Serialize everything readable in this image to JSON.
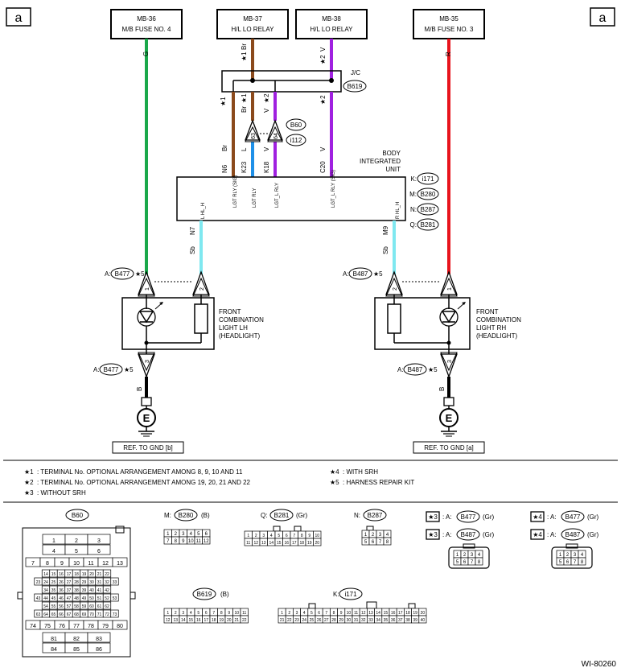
{
  "page_marker": "a",
  "top_boxes": [
    {
      "l1": "MB-36",
      "l2": "M/B FUSE NO. 4"
    },
    {
      "l1": "MB-37",
      "l2": "H/L LO RELAY"
    },
    {
      "l1": "MB-38",
      "l2": "H/L LO RELAY"
    },
    {
      "l1": "MB-35",
      "l2": "M/B FUSE NO. 3"
    }
  ],
  "wire_colors": {
    "G": "G",
    "Br": "Br",
    "V": "V",
    "R": "R",
    "L": "L",
    "Sb": "Sb",
    "B": "B"
  },
  "jc_label": "J/C",
  "jc_connector": "B619",
  "bridge_connectors": [
    "B60",
    "i112"
  ],
  "bridge_pins": [
    "63",
    "64"
  ],
  "biu": {
    "title": [
      "BODY",
      "INTEGRATED",
      "UNIT"
    ],
    "terms_top": [
      "N6",
      "K23",
      "K18",
      "C20"
    ],
    "sigs_top": [
      "LGT RLY (SIG)",
      "LGT RLY",
      "LGT_L RLY",
      "LGT_L RLY (SIG)"
    ],
    "terms_bot": [
      "N7",
      "M9"
    ],
    "sigs_bot": [
      "L HL_H",
      "R HL_H"
    ],
    "conn_list": [
      {
        "k": "K:",
        "c": "i171"
      },
      {
        "k": "M:",
        "c": "B280"
      },
      {
        "k": "N:",
        "c": "B287"
      },
      {
        "k": "Q:",
        "c": "B281"
      }
    ]
  },
  "lights": [
    {
      "name": [
        "FRONT",
        "COMBINATION",
        "LIGHT LH",
        "(HEADLIGHT)"
      ],
      "conn": "B477"
    },
    {
      "name": [
        "FRONT",
        "COMBINATION",
        "LIGHT RH",
        "(HEADLIGHT)"
      ],
      "conn": "B487"
    }
  ],
  "conn_prefix": "A:",
  "star1": "★1",
  "star2": "★2",
  "star5": "★5",
  "light_pins": [
    "1",
    "2",
    "3"
  ],
  "ground_label": "E",
  "ref_gnd": [
    "REF. TO GND [b]",
    "REF. TO GND [a]"
  ],
  "notes_left": [
    {
      "k": "★1",
      "t": ": TERMINAL No. OPTIONAL ARRANGEMENT AMONG 8, 9, 10 AND 11"
    },
    {
      "k": "★2",
      "t": ": TERMINAL No. OPTIONAL ARRANGEMENT AMONG 19, 20, 21 AND 22"
    },
    {
      "k": "★3",
      "t": ": WITHOUT SRH"
    }
  ],
  "notes_right": [
    {
      "k": "★4",
      "t": ": WITH SRH"
    },
    {
      "k": "★5",
      "t": ": HARNESS REPAIR KIT"
    }
  ],
  "connectors": {
    "b60": {
      "name": "B60",
      "rows": [
        [
          "1",
          "2",
          "3"
        ],
        [
          "4",
          "5",
          "6"
        ],
        [
          "7",
          "8",
          "9",
          "10",
          "11",
          "12",
          "13"
        ],
        [
          "14",
          "15",
          "16",
          "17",
          "18",
          "19",
          "20",
          "21",
          "22"
        ],
        [
          "23",
          "24",
          "25",
          "26",
          "27",
          "28",
          "29",
          "30",
          "31",
          "32",
          "33"
        ],
        [
          "34",
          "35",
          "36",
          "37",
          "38",
          "39",
          "40",
          "41",
          "42"
        ],
        [
          "43",
          "44",
          "45",
          "46",
          "47",
          "48",
          "49",
          "50",
          "51",
          "52",
          "53"
        ],
        [
          "54",
          "55",
          "56",
          "57",
          "58",
          "59",
          "60",
          "61",
          "62"
        ],
        [
          "63",
          "64",
          "65",
          "66",
          "67",
          "68",
          "69",
          "70",
          "71",
          "72",
          "73"
        ],
        [
          "74",
          "75",
          "76",
          "77",
          "78",
          "79",
          "80"
        ],
        [
          "81",
          "82",
          "83"
        ],
        [
          "84",
          "85",
          "86"
        ]
      ]
    },
    "b280": {
      "prefix": "M:",
      "name": "B280",
      "color": "(B)",
      "rows": [
        [
          "1",
          "2",
          "3",
          "4",
          "5",
          "6"
        ],
        [
          "7",
          "8",
          "9",
          "10",
          "11",
          "12"
        ]
      ]
    },
    "b281": {
      "prefix": "Q:",
      "name": "B281",
      "color": "(Gr)",
      "rows": [
        [
          "1",
          "2",
          "3",
          "4",
          "5",
          "6",
          "7",
          "8",
          "9",
          "10"
        ],
        [
          "11",
          "12",
          "13",
          "14",
          "15",
          "16",
          "17",
          "18",
          "19",
          "20"
        ]
      ]
    },
    "b287": {
      "prefix": "N:",
      "name": "B287",
      "rows": [
        [
          "1",
          "2",
          "3",
          "4"
        ],
        [
          "5",
          "6",
          "7",
          "8"
        ]
      ]
    },
    "b619": {
      "name": "B619",
      "color": "(B)",
      "rows": [
        [
          "1",
          "2",
          "3",
          "4",
          "5",
          "6",
          "7",
          "8",
          "9",
          "10",
          "11"
        ],
        [
          "12",
          "13",
          "14",
          "15",
          "16",
          "17",
          "18",
          "19",
          "20",
          "21",
          "22"
        ]
      ]
    },
    "i171": {
      "prefix": "K:",
      "name": "i171",
      "rows": [
        [
          "1",
          "2",
          "3",
          "4",
          "5",
          "6",
          "7",
          "8",
          "9",
          "10",
          "11",
          "12",
          "13",
          "14",
          "15",
          "16",
          "17",
          "18",
          "19",
          "20"
        ],
        [
          "21",
          "22",
          "23",
          "24",
          "25",
          "26",
          "27",
          "28",
          "29",
          "30",
          "31",
          "32",
          "33",
          "34",
          "35",
          "36",
          "37",
          "38",
          "39",
          "40"
        ]
      ]
    },
    "small": [
      {
        "star": "★3",
        "text": ": A:",
        "name": "B477",
        "color": "(Gr)"
      },
      {
        "star": "★3",
        "text": ": A:",
        "name": "B487",
        "color": "(Gr)"
      },
      {
        "star": "★4",
        "text": ": A:",
        "name": "B477",
        "color": "(Gr)"
      },
      {
        "star": "★4",
        "text": ": A:",
        "name": "B487",
        "color": "(Gr)"
      }
    ],
    "small_rows": [
      [
        "1",
        "2",
        "3",
        "4"
      ],
      [
        "5",
        "6",
        "7",
        "8"
      ]
    ]
  },
  "colors": {
    "green": "#1aa84a",
    "brown": "#8b4a1c",
    "violet": "#a020e0",
    "red": "#e8141c",
    "blue": "#1e90e8",
    "skyblue": "#7fe8f0"
  },
  "doc_id": "WI-80260"
}
